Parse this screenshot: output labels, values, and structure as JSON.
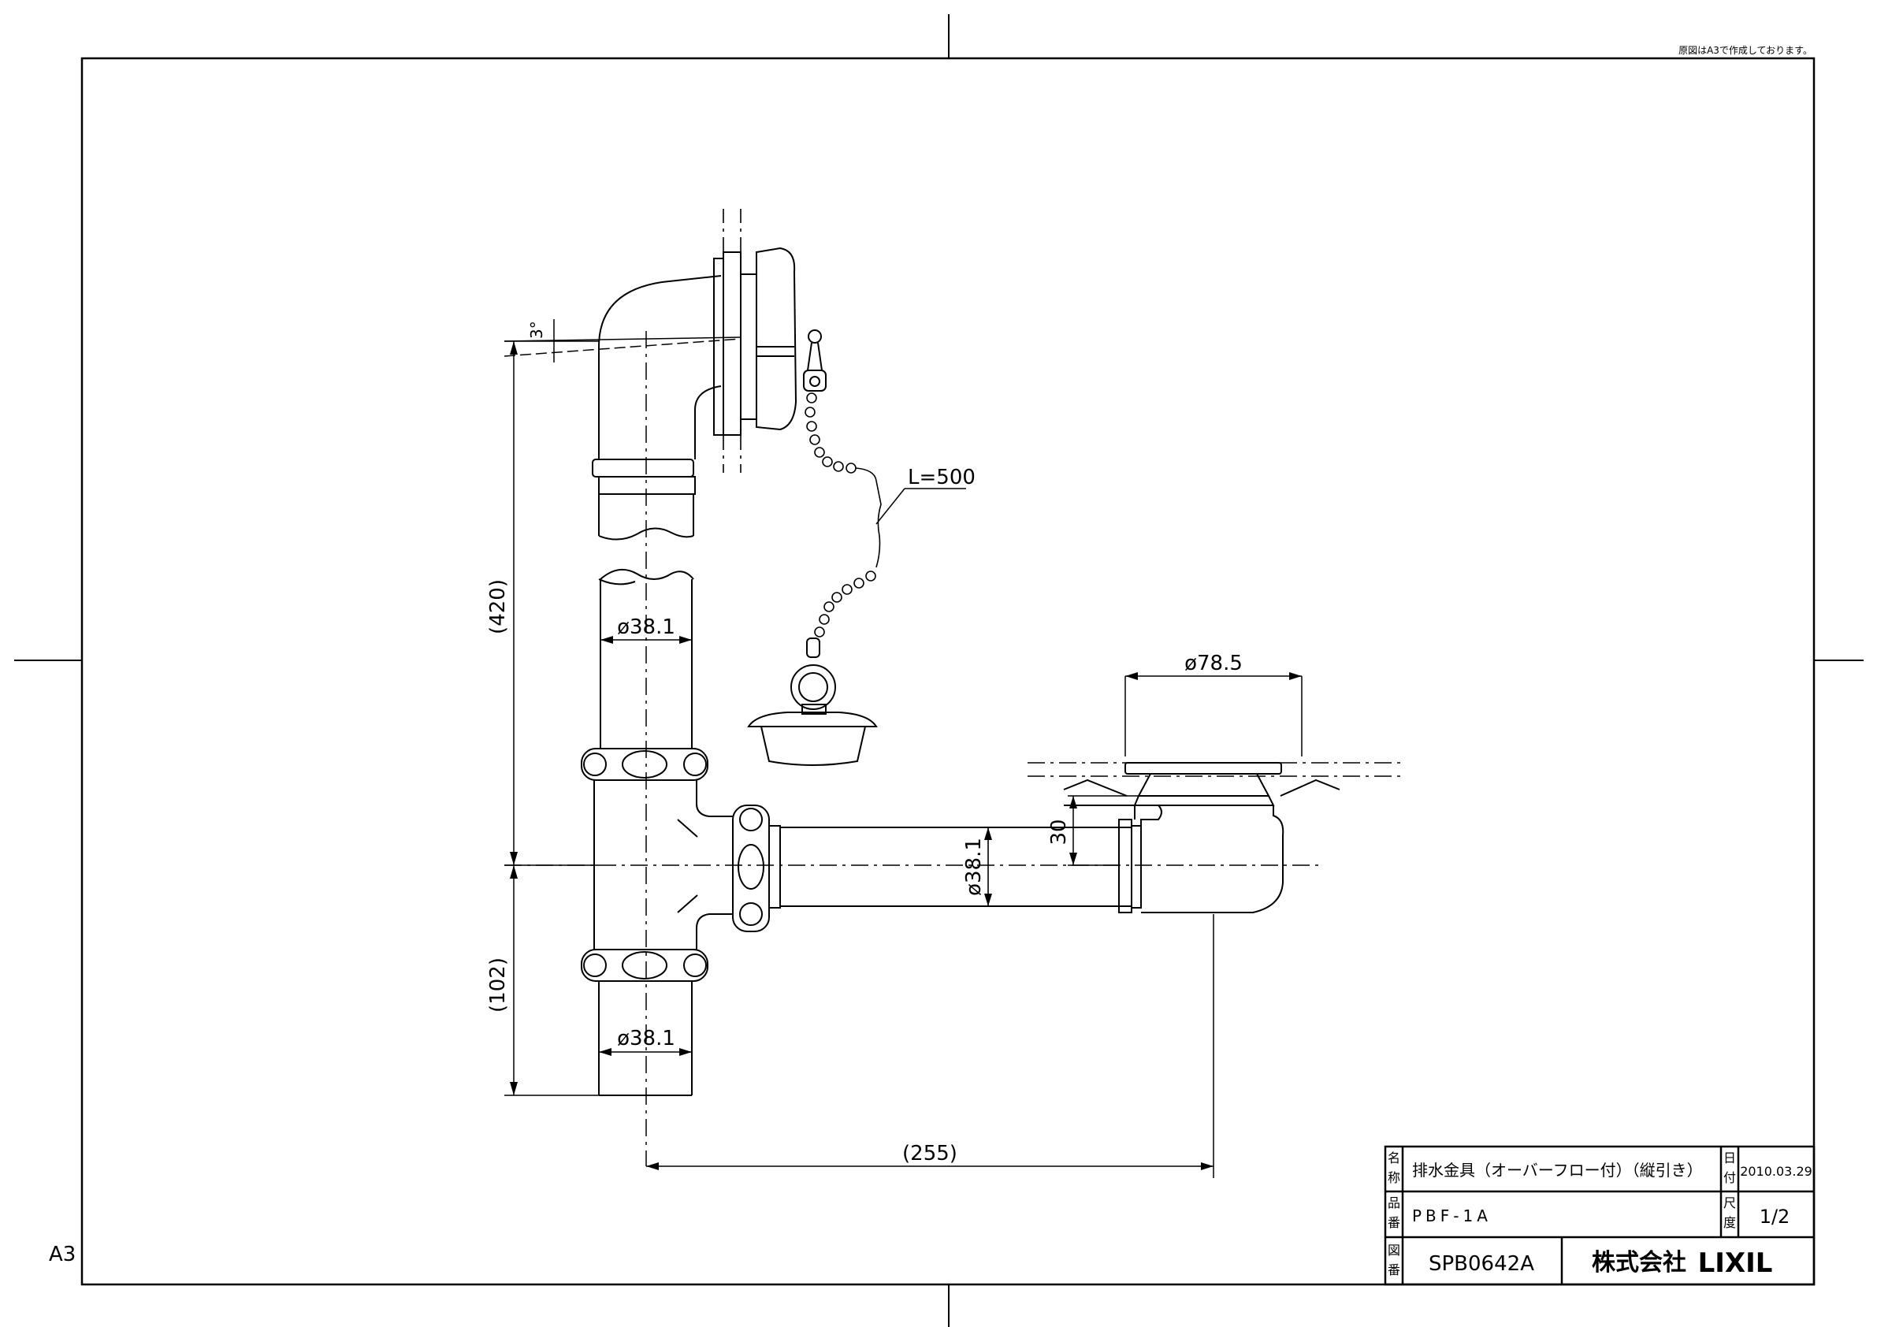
{
  "sheet": {
    "note_top_right": "原図はA3で作成しております。",
    "size_label": "A3"
  },
  "dimensions": {
    "angle": "3°",
    "chain_length": "L=500",
    "height_upper": "(420)",
    "height_lower": "(102)",
    "dia_top_pipe": "ø38.1",
    "dia_bottom_pipe": "ø38.1",
    "dia_horizontal_pipe": "ø38.1",
    "dia_drain": "ø78.5",
    "offset": "30",
    "width": "(255)"
  },
  "title_block": {
    "name_label": [
      "名",
      "称"
    ],
    "name_value": "排水金具（オーバーフロー付）（縦引き）",
    "part_label": [
      "品",
      "番"
    ],
    "part_value": "PBF-1A",
    "drawing_label": [
      "図",
      "番"
    ],
    "drawing_value": "SPB0642A",
    "date_label": [
      "日",
      "付"
    ],
    "date_value": "2010.03.29",
    "scale_label": [
      "尺",
      "度"
    ],
    "scale_value": "1/2",
    "company": "株式会社",
    "brand": "LIXIL"
  }
}
